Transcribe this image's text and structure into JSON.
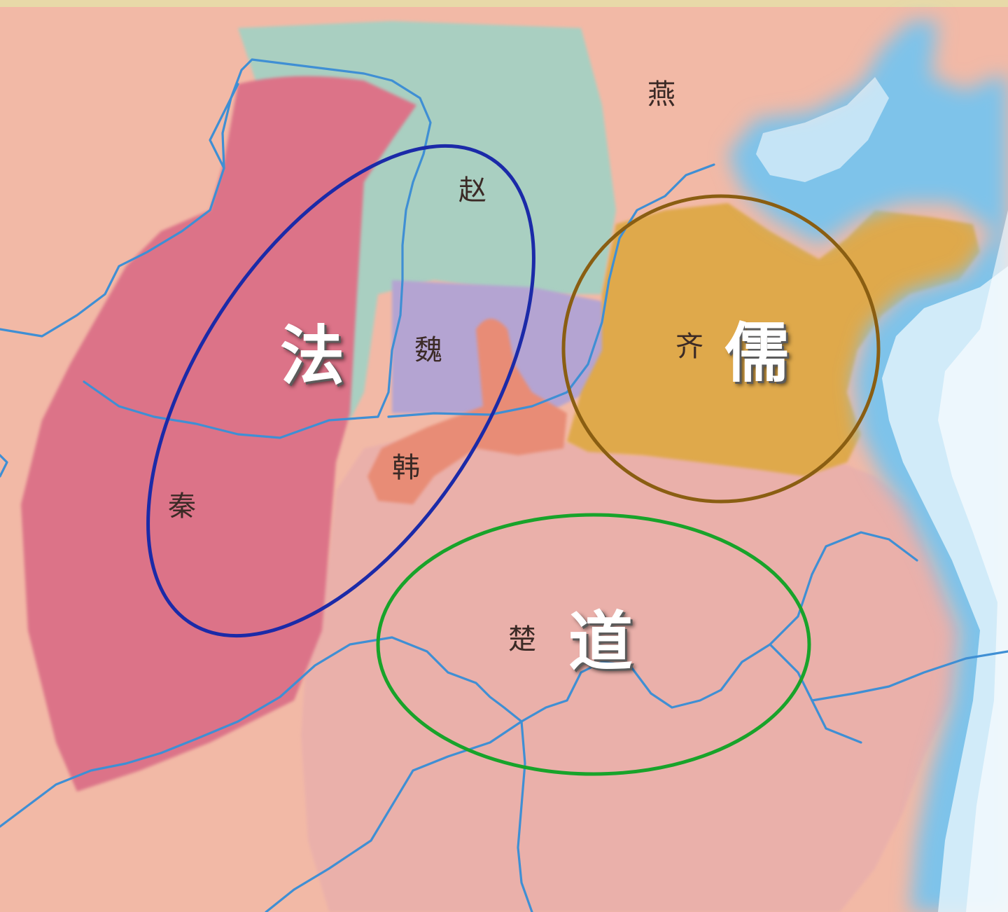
{
  "states": {
    "yan": "燕",
    "zhao": "赵",
    "wei": "魏",
    "qi": "齐",
    "han": "韩",
    "qin": "秦",
    "chu": "楚"
  },
  "schools": {
    "legalism": "法",
    "confucianism": "儒",
    "daoism": "道"
  },
  "colors": {
    "background": "#f2b9a6",
    "qin": "#dc7388",
    "zhao": "#a9cfc1",
    "wei": "#b4a4d2",
    "han": "#e88c76",
    "qi": "#dfa94c",
    "chu": "#eab0aa",
    "sea": "#4ea7dd",
    "river": "#3f8fd4",
    "legalism_ring": "#1b2aa8",
    "confucianism_ring": "#8a5e12",
    "daoism_ring": "#18a32a"
  },
  "icons": {
    "legalism_ring": "ellipse-outline",
    "confucianism_ring": "circle-outline",
    "daoism_ring": "ellipse-outline"
  }
}
